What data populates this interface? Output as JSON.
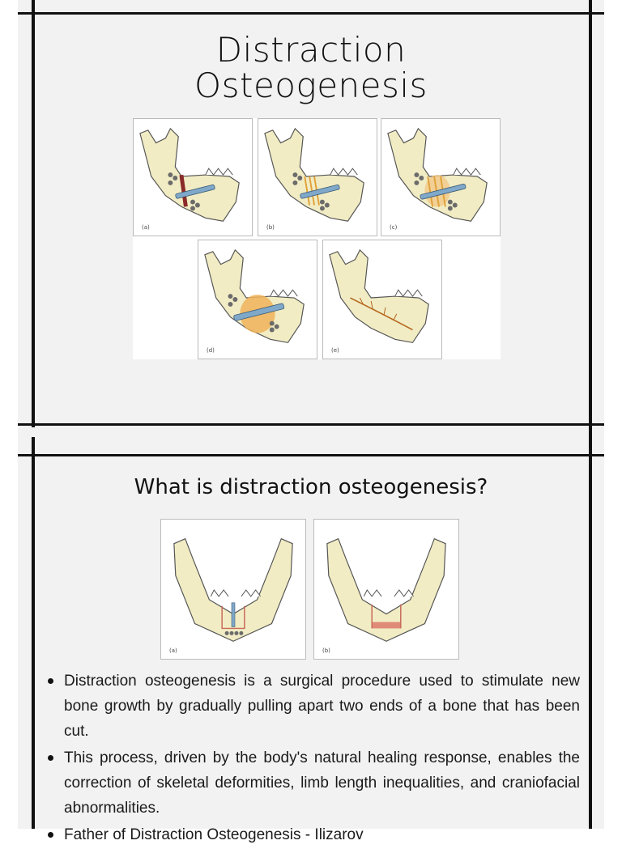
{
  "slide1": {
    "title_line1": "Distraction",
    "title_line2": "Osteogenesis",
    "figures": [
      {
        "label": "(a)"
      },
      {
        "label": "(b)"
      },
      {
        "label": "(c)"
      },
      {
        "label": "(d)"
      },
      {
        "label": "(e)"
      }
    ]
  },
  "slide2": {
    "title": "What is distraction osteogenesis?",
    "figures": [
      {
        "label": "(a)"
      },
      {
        "label": "(b)"
      }
    ],
    "bullets": [
      "Distraction osteogenesis is a surgical procedure used to stimulate new bone growth by gradually pulling apart two ends of a bone that has been cut.",
      "This process, driven by the body's natural healing response, enables the correction of skeletal deformities, limb length inequalities, and craniofacial abnormalities.",
      "Father of Distraction Osteogenesis - Ilizarov"
    ]
  },
  "colors": {
    "bone": "#f1ecc4",
    "bone_outline": "#555555",
    "device": "#7fa8c9",
    "callus": "#e0a23a",
    "osteotomy": "#8b2a2a"
  }
}
